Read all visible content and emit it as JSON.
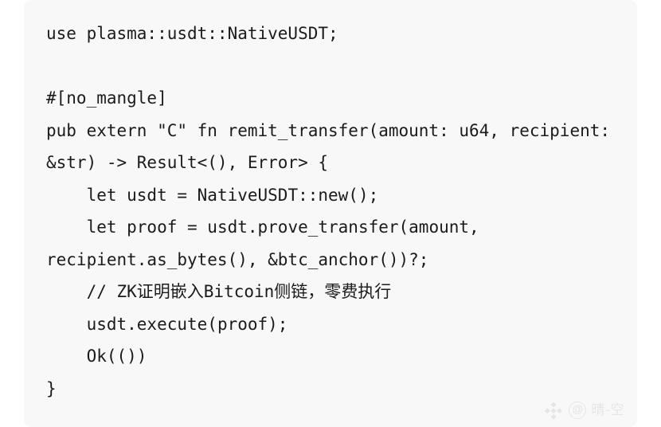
{
  "page": {
    "background_color": "#ffffff"
  },
  "code_block": {
    "background_color": "#f8f8f8",
    "text_color": "#1b1b1b",
    "language": "rust",
    "lines": [
      "use plasma::usdt::NativeUSDT;",
      "",
      "#[no_mangle]",
      "pub extern \"C\" fn remit_transfer(amount: u64, recipient: &str) -> Result<(), Error> {",
      "    let usdt = NativeUSDT::new();",
      "    let proof = usdt.prove_transfer(amount, recipient.as_bytes(), &btc_anchor())?;",
      "    // ZK证明嵌入Bitcoin侧链，零费执行",
      "    usdt.execute(proof);",
      "    Ok(())",
      "}"
    ],
    "full_text": "use plasma::usdt::NativeUSDT;\n\n#[no_mangle]\npub extern \"C\" fn remit_transfer(amount: u64, recipient: &str) -> Result<(), Error> {\n    let usdt = NativeUSDT::new();\n    let proof = usdt.prove_transfer(amount, recipient.as_bytes(), &btc_anchor())?;\n    // ZK证明嵌入Bitcoin侧链，零费执行\n    usdt.execute(proof);\n    Ok(())\n}"
  },
  "watermark": {
    "logo_icon": "diamond-logo-icon",
    "at_icon": "at-sign-icon",
    "handle": "晴-空",
    "color": "#b9bcc0"
  }
}
